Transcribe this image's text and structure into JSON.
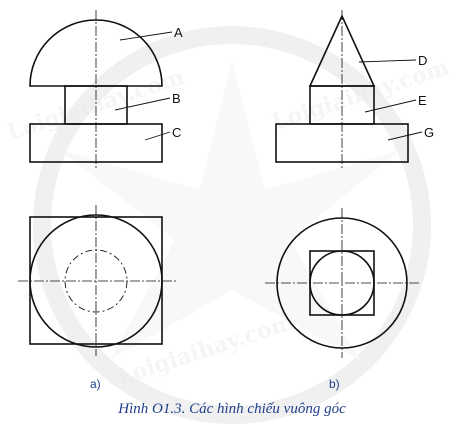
{
  "labels": {
    "A": "A",
    "B": "B",
    "C": "C",
    "D": "D",
    "E": "E",
    "G": "G"
  },
  "sublabels": {
    "a": "a)",
    "b": "b)"
  },
  "caption": "Hình O1.3. Các hình chiếu vuông góc",
  "watermark": {
    "text": "Loigiaihay.com",
    "color": "#d9d9d9"
  },
  "colors": {
    "line": "#111111",
    "caption": "#1f3e8a"
  }
}
